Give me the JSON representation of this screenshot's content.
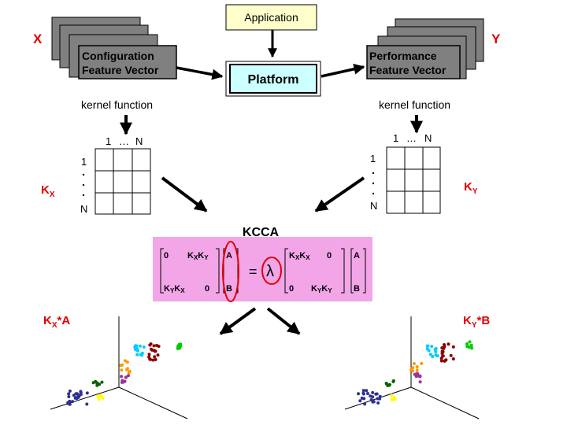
{
  "inputs": {
    "x_label": "X",
    "y_label": "Y",
    "config_line1": "Configuration",
    "config_line2": "Feature Vector",
    "perf_line1": "Performance",
    "perf_line2": "Feature Vector"
  },
  "application": "Application",
  "platform": "Platform",
  "kernel_function": "kernel function",
  "matrix": {
    "col_first": "1",
    "col_dots": "…",
    "col_last": "N",
    "row_first": "1",
    "row_last": "N",
    "kx_main": "K",
    "kx_sub": "X",
    "ky_main": "K",
    "ky_sub": "Y"
  },
  "kcca": {
    "title": "KCCA",
    "zero": "0",
    "k": "K",
    "x": "X",
    "y": "Y",
    "a": "A",
    "b": "B",
    "equals": "=",
    "lambda": "λ"
  },
  "outputs": {
    "left_k": "K",
    "left_sub": "X",
    "left_rest": "*A",
    "right_k": "K",
    "right_sub": "Y",
    "right_rest": "*B"
  },
  "colors": {
    "box_gray": "#808080",
    "application_fill": "#ffffcc",
    "platform_fill": "#ccffff",
    "kcca_fill": "#f2a6e8",
    "red": "#e00000",
    "cluster_colors": [
      "#2e3192",
      "#ffff00",
      "#006400",
      "#ff9900",
      "#993399",
      "#00ccff",
      "#8b0000",
      "#00cc00"
    ]
  }
}
